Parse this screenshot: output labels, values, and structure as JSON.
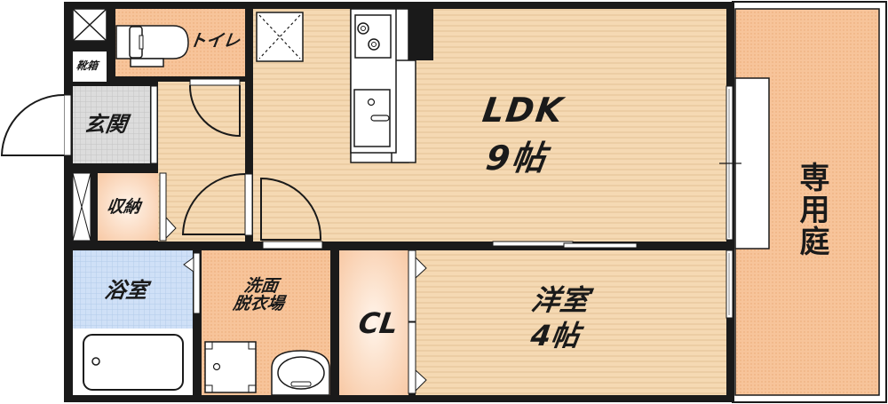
{
  "floor_plan": {
    "colors": {
      "wall": "#1a1a1a",
      "wood_floor": "#f5d9b3",
      "wood_line": "#e6c498",
      "tile_orange": "#f7bf93",
      "tile_gray": "#d9d9d9",
      "tile_blue": "#c9dcf5",
      "storage_fill": "#fbd0b0",
      "fixture_white": "#ffffff"
    },
    "rooms": {
      "ldk": {
        "name": "LDK",
        "size": "9帖"
      },
      "western_room": {
        "name": "洋室",
        "size": "4帖"
      },
      "private_garden": {
        "name": "専用庭"
      },
      "toilet": {
        "name": "トイレ"
      },
      "entrance": {
        "name": "玄関"
      },
      "shoe_cabinet": {
        "name": "靴箱"
      },
      "storage": {
        "name": "収納"
      },
      "bathroom": {
        "name": "浴室"
      },
      "washroom": {
        "line1": "洗面",
        "line2": "脱衣場"
      },
      "closet": {
        "name": "CL"
      }
    }
  }
}
